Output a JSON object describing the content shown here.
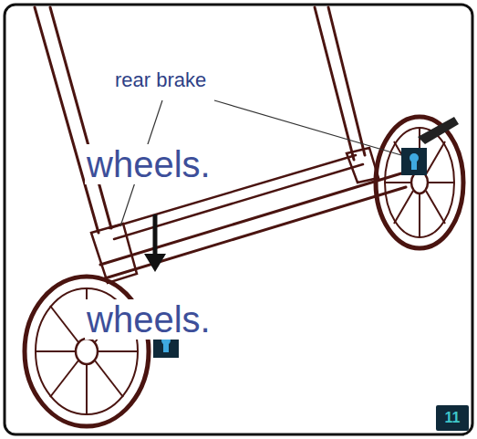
{
  "diagram": {
    "nodes": [
      {
        "text": [
          "11"
        ]
      }
    ],
    "edges": [],
    "labels": [
      "rear brake",
      "wheels.",
      "wheels."
    ]
  }
}
